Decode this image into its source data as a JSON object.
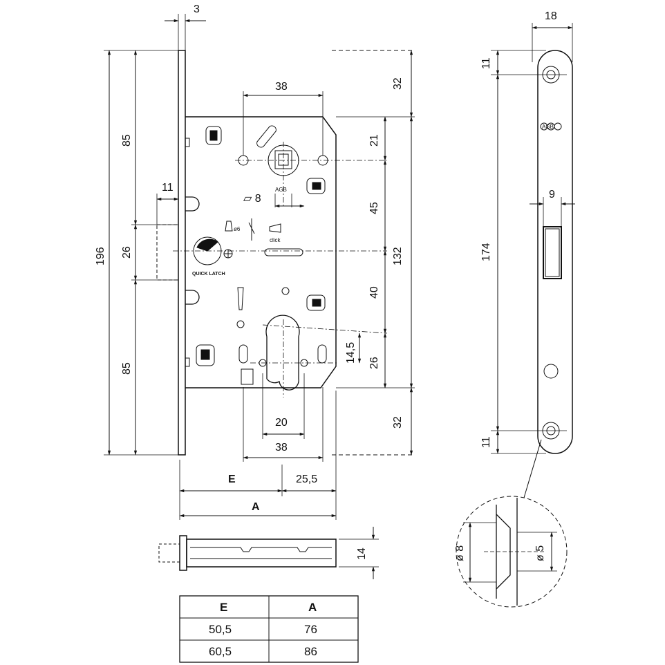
{
  "dimensions": {
    "plate_thickness": "3",
    "spindle_spacing_top": "38",
    "top_offset": "32",
    "follower_offset": "21",
    "spindle_to_latch": "45",
    "latch_to_cylinder": "40",
    "cylinder_to_screw": "14,5",
    "cylinder_bottom": "26",
    "body_height": "132",
    "bottom_offset": "32",
    "overall_height": "196",
    "upper_section": "85",
    "latch_height": "26",
    "lower_section": "85",
    "latch_projection": "11",
    "square_size": "▱ 8",
    "cylinder_width": "20",
    "screw_spacing_bottom": "38",
    "backset_label": "E",
    "body_offset": "25,5",
    "depth_label": "A",
    "body_thickness": "14",
    "faceplate_width": "18",
    "faceplate_top_hole": "11",
    "faceplate_length": "174",
    "faceplate_bottom_hole": "11",
    "latch_slot_width": "9",
    "hole_outer_dia": "ø 8",
    "hole_inner_dia": "ø 5"
  },
  "labels": {
    "brand": "AGB",
    "quick_latch": "QUICK LATCH",
    "click": "click",
    "spindle_dia": "ø6"
  },
  "table": {
    "headers": [
      "E",
      "A"
    ],
    "rows": [
      [
        "50,5",
        "76"
      ],
      [
        "60,5",
        "86"
      ]
    ]
  }
}
